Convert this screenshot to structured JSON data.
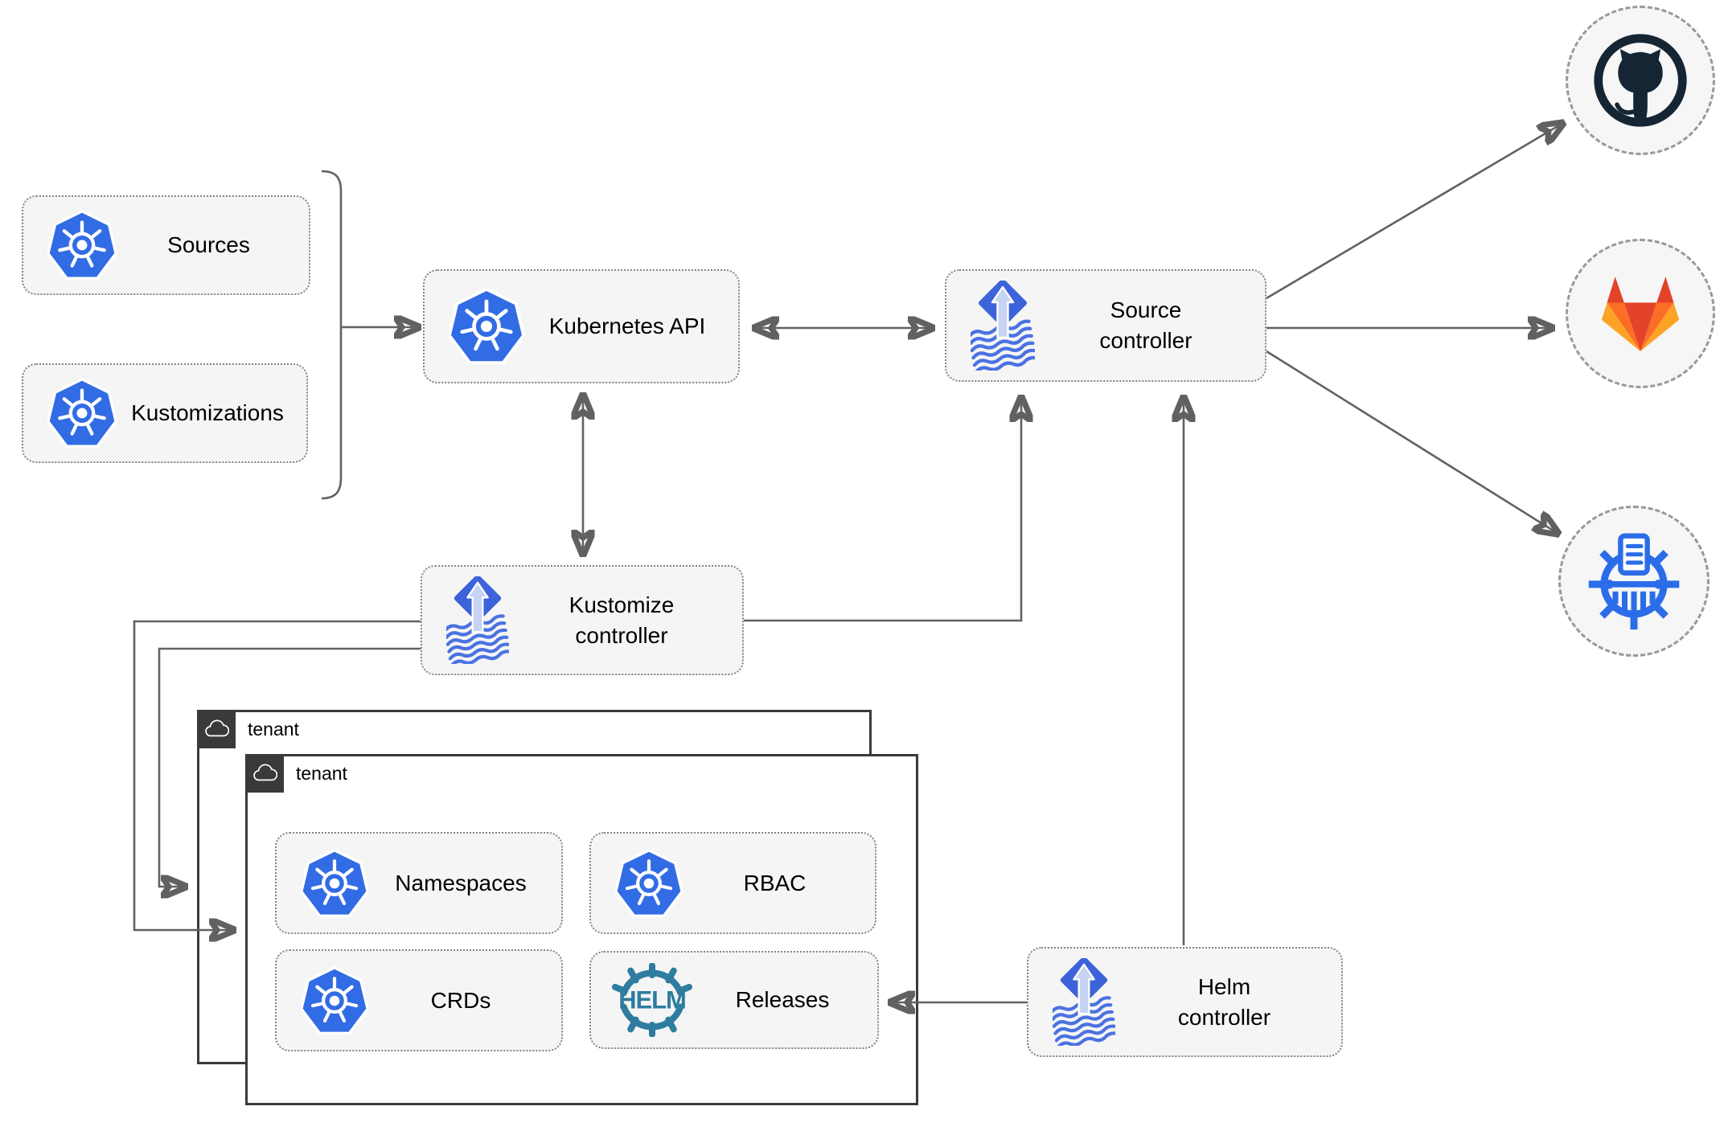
{
  "colors": {
    "kubernetes_blue": "#326CE5",
    "flux_blue": "#3D63DB",
    "flux_wave": "#4A72E2",
    "flux_arrow": "#C7D3F2",
    "helm_teal": "#2E7C9F",
    "github_dark": "#162534",
    "gitlab_red": "#E24329",
    "gitlab_orange": "#FC6D26",
    "gitlab_amber": "#FCA326",
    "harbor_blue": "#2B6DE8",
    "wire_gray": "#616161",
    "node_fill": "#F5F5F5",
    "tenant_border": "#3A3A3A"
  },
  "nodes": {
    "sources": {
      "label": "Sources",
      "icon": "kubernetes-wheel"
    },
    "kustomizations": {
      "label": "Kustomizations",
      "icon": "kubernetes-wheel"
    },
    "kubernetes_api": {
      "label": "Kubernetes API",
      "icon": "kubernetes-wheel"
    },
    "source_controller": {
      "line1": "Source",
      "line2": "controller",
      "icon": "flux-diamond"
    },
    "kustomize_controller": {
      "line1": "Kustomize",
      "line2": "controller",
      "icon": "flux-diamond"
    },
    "helm_controller": {
      "line1": "Helm",
      "line2": "controller",
      "icon": "flux-diamond"
    },
    "namespaces": {
      "label": "Namespaces",
      "icon": "kubernetes-wheel"
    },
    "rbac": {
      "label": "RBAC",
      "icon": "kubernetes-wheel"
    },
    "crds": {
      "label": "CRDs",
      "icon": "kubernetes-wheel"
    },
    "releases": {
      "label": "Releases",
      "icon": "helm-wheel"
    },
    "tenant_back": {
      "label": "tenant",
      "icon": "cloud"
    },
    "tenant_front": {
      "label": "tenant",
      "icon": "cloud"
    },
    "github": {
      "icon": "github-octocat-mark"
    },
    "gitlab": {
      "icon": "gitlab-tanuki-logo"
    },
    "registry": {
      "icon": "harbor-registry-wheel"
    }
  },
  "edges": [
    {
      "from": "sources-and-kustomizations-bracket",
      "to": "kubernetes_api",
      "type": "arrow"
    },
    {
      "from": "kubernetes_api",
      "to": "source_controller",
      "type": "double-arrow"
    },
    {
      "from": "kubernetes_api",
      "to": "kustomize_controller",
      "type": "double-arrow"
    },
    {
      "from": "kustomize_controller",
      "to": "source_controller",
      "type": "arrow"
    },
    {
      "from": "helm_controller",
      "to": "source_controller",
      "type": "arrow"
    },
    {
      "from": "helm_controller",
      "to": "releases",
      "type": "arrow"
    },
    {
      "from": "kustomize_controller",
      "to": "tenant_back",
      "type": "arrow"
    },
    {
      "from": "kustomize_controller",
      "to": "tenant_front",
      "type": "arrow"
    },
    {
      "from": "source_controller",
      "to": "github",
      "type": "arrow"
    },
    {
      "from": "source_controller",
      "to": "gitlab",
      "type": "arrow"
    },
    {
      "from": "source_controller",
      "to": "registry",
      "type": "arrow"
    }
  ]
}
